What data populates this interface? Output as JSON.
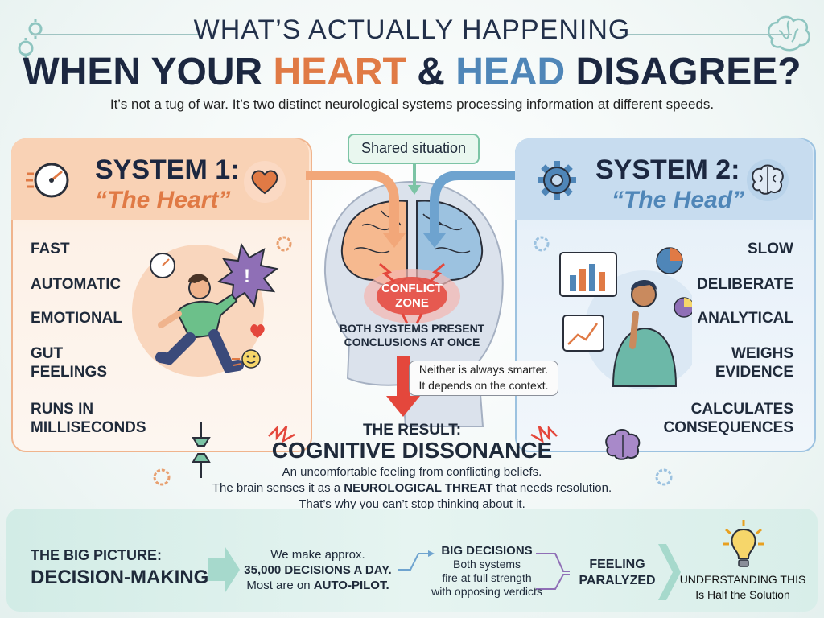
{
  "header": {
    "title_line1": "WHAT’S ACTUALLY HAPPENING",
    "title_line2_part1": "WHEN YOUR ",
    "title_line2_heart": "HEART",
    "title_line2_amp": " & ",
    "title_line2_head": "HEAD",
    "title_line2_part2": " DISAGREE?",
    "subtitle": "It’s not a tug of war. It’s two distinct neurological systems processing information at different speeds."
  },
  "center": {
    "shared_label": "Shared situation",
    "conflict_line1": "CONFLICT",
    "conflict_line2": "ZONE",
    "present_line1": "BOTH SYSTEMS PRESENT",
    "present_line2": "CONCLUSIONS AT ONCE",
    "note_line1": "Neither is always smarter.",
    "note_line2": "It depends on the context."
  },
  "system1": {
    "title": "SYSTEM 1:",
    "subtitle": "“The Heart”",
    "traits": [
      "FAST",
      "AUTOMATIC",
      "EMOTIONAL",
      "GUT",
      "FEELINGS",
      "RUNS IN",
      "MILLISECONDS"
    ]
  },
  "system2": {
    "title": "SYSTEM 2:",
    "subtitle": "“The Head”",
    "traits": [
      "SLOW",
      "DELIBERATE",
      "ANALYTICAL",
      "WEIGHS",
      "EVIDENCE",
      "CALCULATES",
      "CONSEQUENCES"
    ]
  },
  "result": {
    "label": "THE RESULT:",
    "title": "COGNITIVE DISSONANCE",
    "line1": "An uncomfortable feeling from conflicting beliefs.",
    "line2_before": "The brain senses it as a ",
    "line2_bold": "NEUROLOGICAL THREAT",
    "line2_after": " that needs resolution.",
    "line3": "That’s why you can’t stop thinking about it."
  },
  "bottom": {
    "bigpicture_line1": "THE BIG PICTURE:",
    "bigpicture_line2": "DECISION-MAKING",
    "approx_line1": "We make approx.",
    "approx_line2": "35,000 DECISIONS A DAY.",
    "approx_line3_before": "Most are on ",
    "approx_line3_bold": "AUTO-PILOT.",
    "big_line1": "BIG DECISIONS",
    "big_line2": "Both systems",
    "big_line3": "fire at full strength",
    "big_line4": "with opposing verdicts",
    "feeling_line1": "FEELING",
    "feeling_line2": "PARALYZED",
    "understanding_line1": "UNDERSTANDING THIS",
    "understanding_line2": "Is Half the Solution"
  },
  "colors": {
    "heart_orange": "#e07a45",
    "head_blue": "#4f86b8",
    "conflict_red": "#e4473c",
    "teal": "#7cc4a5"
  },
  "icons": {
    "system1": [
      "speedometer-icon",
      "heart-icon"
    ],
    "system2": [
      "gear-icon",
      "brain-icon"
    ],
    "bottom": [
      "lightbulb-icon"
    ]
  }
}
